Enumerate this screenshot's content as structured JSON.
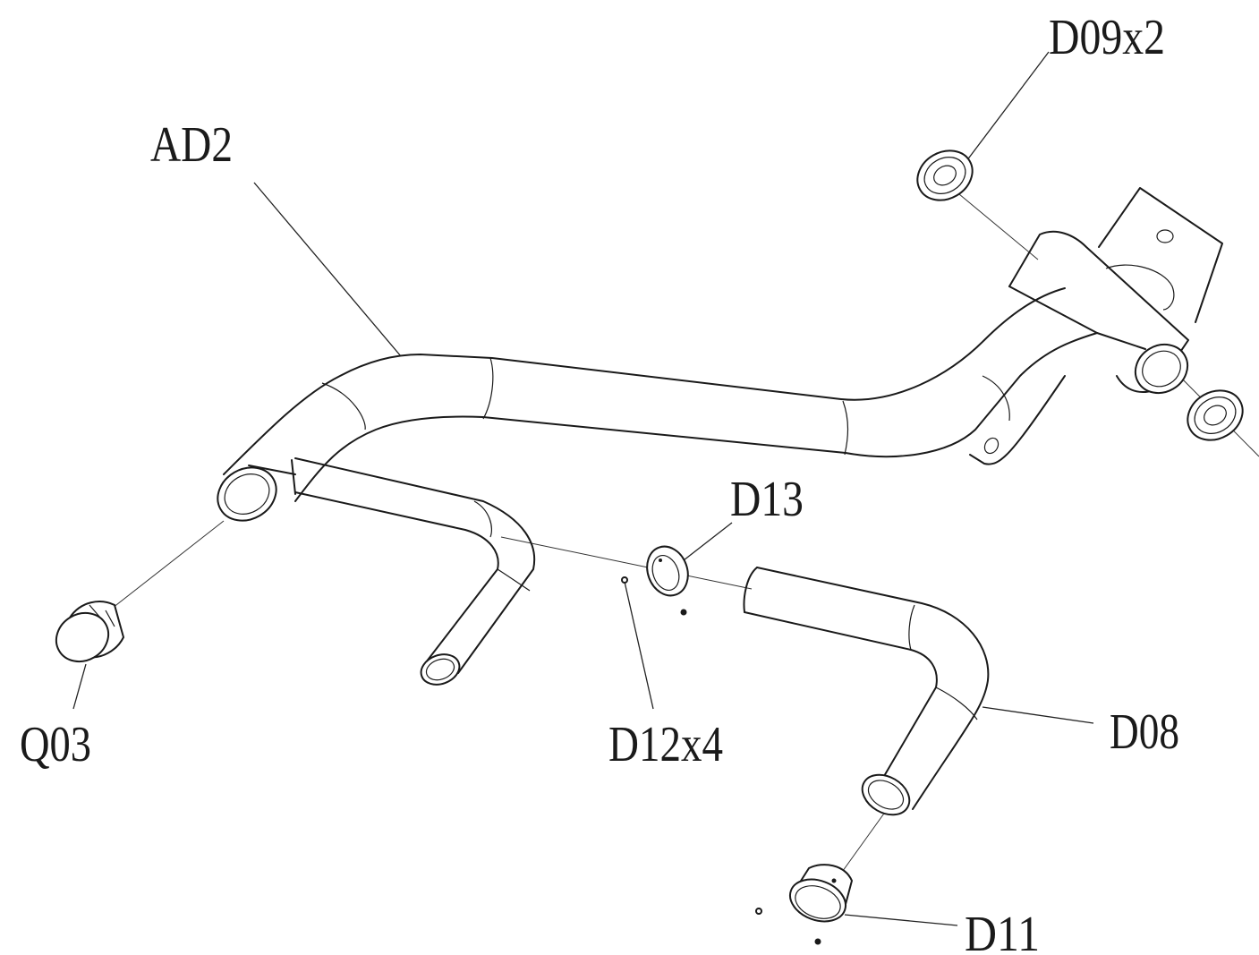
{
  "labels": {
    "d09": "D09x2",
    "ad2": "AD2",
    "d13": "D13",
    "q03": "Q03",
    "d12": "D12x4",
    "d08": "D08",
    "d11": "D11"
  }
}
